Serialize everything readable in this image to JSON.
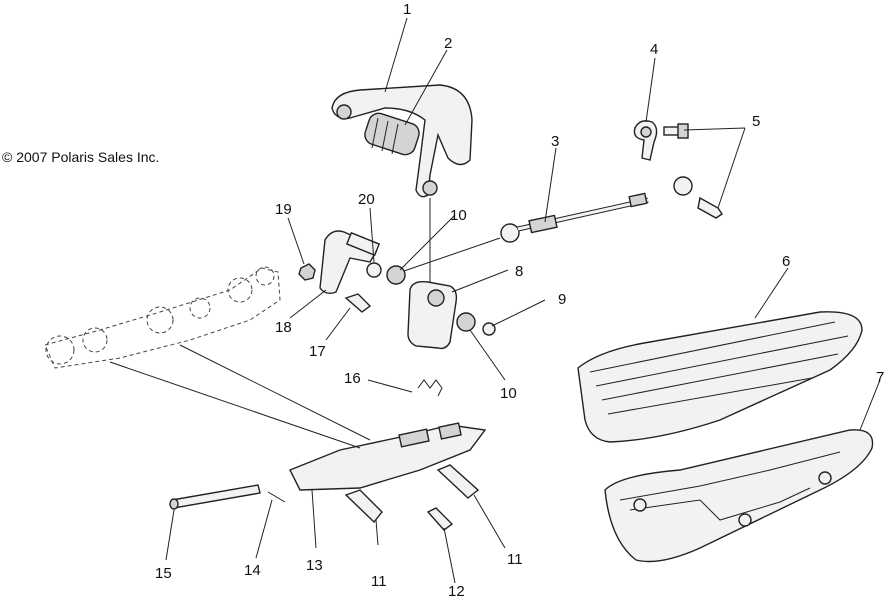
{
  "copyright": "© 2007 Polaris Sales Inc.",
  "callouts": {
    "c1": "1",
    "c2": "2",
    "c3": "3",
    "c4": "4",
    "c5": "5",
    "c6": "6",
    "c7": "7",
    "c8": "8",
    "c9": "9",
    "c10a": "10",
    "c10b": "10",
    "c11a": "11",
    "c11b": "11",
    "c12": "12",
    "c13": "13",
    "c14": "14",
    "c15": "15",
    "c16": "16",
    "c17": "17",
    "c18": "18",
    "c19": "19",
    "c20": "20"
  },
  "colors": {
    "line": "#222222",
    "fill": "#f2f2f2",
    "shade": "#d4d4d4"
  }
}
